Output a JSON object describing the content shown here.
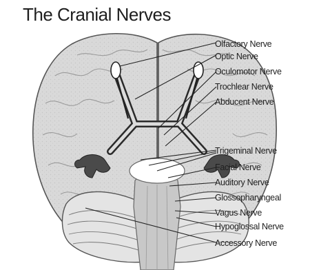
{
  "title": "The Cranial Nerves",
  "labels": [
    "Olfactory Nerve",
    "Optic Nerve",
    "Oculomotor Nerve",
    "Trochlear Nerve",
    "Abducent Nerve",
    "Trigeminal Nerve",
    "Facial Nerve",
    "Auditory Nerve",
    "Glossopharyngeal",
    "Vagus Nerve",
    "Hypoglossal Nerve",
    "Accessory Nerve"
  ]
}
